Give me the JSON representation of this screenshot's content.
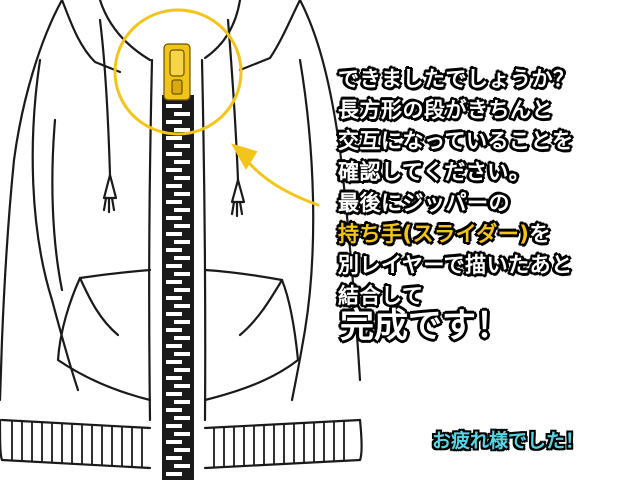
{
  "instructions": {
    "line1": "できましたでしょうか？",
    "line2": "長方形の段がきちんと",
    "line3": "交互になっていることを",
    "line4": "確認してください。",
    "line5": "最後にジッパーの",
    "line6_highlight": "持ち手(スライダー)",
    "line6_rest": "を",
    "line7": "別レイヤーで描いたあと",
    "line8": "結合して"
  },
  "done_text": "完成です！",
  "thanks_text": "お疲れ様でした！",
  "colors": {
    "highlight_yellow": "#f3c51b",
    "thanks_cyan": "#58d4e4",
    "outline": "#000000",
    "slider": "#f0c419"
  }
}
